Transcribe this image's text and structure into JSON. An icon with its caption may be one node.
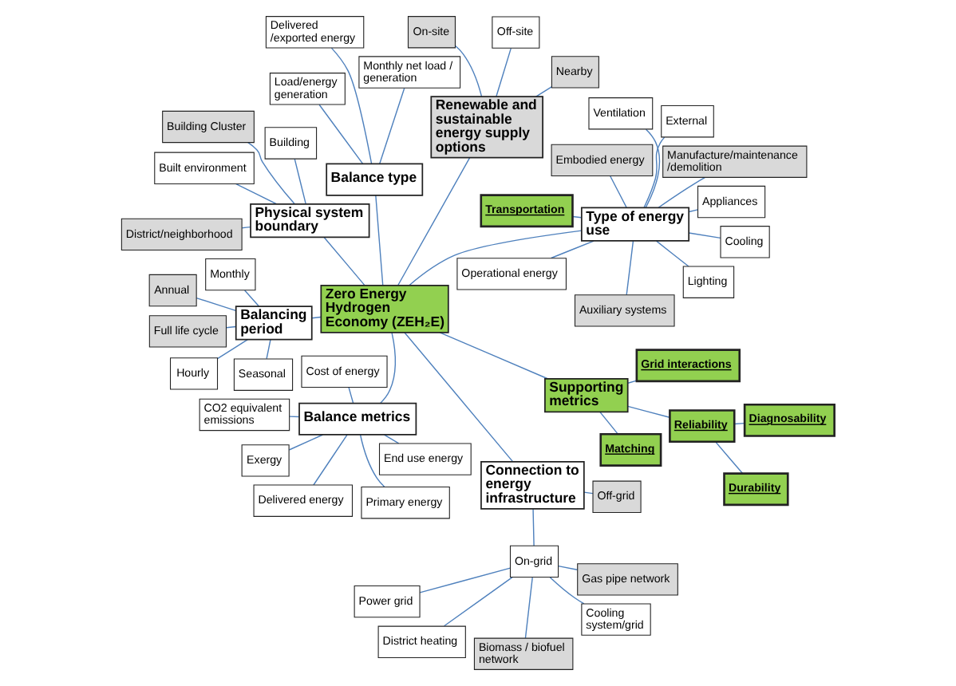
{
  "diagram": {
    "nodes": [
      {
        "text": [
          "Balance type"
        ]
      },
      {
        "text": [
          "Load/energy generation"
        ]
      },
      {
        "text": [
          "Delivered /exported energy"
        ]
      },
      {
        "text": [
          "Monthly net load / generation"
        ]
      },
      {
        "text": [
          "Physical system boundary"
        ]
      },
      {
        "text": [
          "Building"
        ]
      },
      {
        "text": [
          "Building Cluster"
        ]
      },
      {
        "text": [
          "District/neighborhood"
        ]
      },
      {
        "text": [
          "Built environment"
        ]
      },
      {
        "text": [
          "Balancing period"
        ]
      },
      {
        "text": [
          "Annual"
        ]
      },
      {
        "text": [
          "Monthly"
        ]
      },
      {
        "text": [
          "Full life cycle"
        ]
      },
      {
        "text": [
          "Hourly"
        ]
      },
      {
        "text": [
          "Seasonal"
        ]
      },
      {
        "text": [
          "Renewable and sustainable energy supply options"
        ]
      },
      {
        "text": [
          "On-site"
        ]
      },
      {
        "text": [
          "Nearby"
        ]
      },
      {
        "text": [
          "Off-site"
        ]
      },
      {
        "text": [
          "Zero Energy Hydrogen Economy (ZEH₂E)"
        ]
      },
      {
        "text": [
          "Connection to energy infrastructure"
        ]
      },
      {
        "text": [
          "Off-grid"
        ]
      },
      {
        "text": [
          "Biomass / biofuel network"
        ]
      },
      {
        "text": [
          "On-grid"
        ]
      },
      {
        "text": [
          "Cooling system/grid"
        ]
      },
      {
        "text": [
          "Power grid"
        ]
      },
      {
        "text": [
          "District heating"
        ]
      },
      {
        "text": [
          "Gas pipe network"
        ]
      },
      {
        "text": [
          "Type of energy use"
        ]
      },
      {
        "text": [
          "Transportation"
        ]
      },
      {
        "text": [
          "Cooling"
        ]
      },
      {
        "text": [
          "Operational energy"
        ]
      },
      {
        "text": [
          "Ventilation"
        ]
      },
      {
        "text": [
          "Manufacture/maintenance /demolition"
        ]
      },
      {
        "text": [
          "Auxiliary systems"
        ]
      },
      {
        "text": [
          "Embodied energy"
        ]
      },
      {
        "text": [
          "Appliances"
        ]
      },
      {
        "text": [
          "Lighting"
        ]
      },
      {
        "text": [
          "External"
        ]
      },
      {
        "text": [
          "Supporting metrics"
        ]
      },
      {
        "text": [
          "Matching"
        ]
      },
      {
        "text": [
          "Grid interactions"
        ]
      },
      {
        "text": [
          "Reliability"
        ]
      },
      {
        "text": [
          "Diagnosability"
        ]
      },
      {
        "text": [
          "Durability"
        ]
      },
      {
        "text": [
          "Balance metrics"
        ]
      },
      {
        "text": [
          "Exergy"
        ]
      },
      {
        "text": [
          "CO2 equivalent emissions"
        ]
      },
      {
        "text": [
          "Primary energy"
        ]
      },
      {
        "text": [
          "Delivered energy"
        ]
      },
      {
        "text": [
          "Cost of energy"
        ]
      },
      {
        "text": [
          "End use energy"
        ]
      }
    ],
    "edges": [
      {
        "from": 19,
        "to": 0,
        "arrow": "none"
      },
      {
        "from": 0,
        "to": 1,
        "arrow": "none"
      },
      {
        "from": 0,
        "to": 2,
        "arrow": "none"
      },
      {
        "from": 0,
        "to": 3,
        "arrow": "none"
      },
      {
        "from": 19,
        "to": 4,
        "arrow": "none"
      },
      {
        "from": 4,
        "to": 5,
        "arrow": "none"
      },
      {
        "from": 4,
        "to": 6,
        "arrow": "none"
      },
      {
        "from": 4,
        "to": 7,
        "arrow": "none"
      },
      {
        "from": 4,
        "to": 8,
        "arrow": "none"
      },
      {
        "from": 19,
        "to": 9,
        "arrow": "none"
      },
      {
        "from": 9,
        "to": 10,
        "arrow": "none"
      },
      {
        "from": 9,
        "to": 11,
        "arrow": "none"
      },
      {
        "from": 9,
        "to": 12,
        "arrow": "none"
      },
      {
        "from": 9,
        "to": 13,
        "arrow": "none"
      },
      {
        "from": 9,
        "to": 14,
        "arrow": "none"
      },
      {
        "from": 19,
        "to": 15,
        "arrow": "none"
      },
      {
        "from": 15,
        "to": 16,
        "arrow": "none"
      },
      {
        "from": 15,
        "to": 17,
        "arrow": "none"
      },
      {
        "from": 15,
        "to": 18,
        "arrow": "none"
      },
      {
        "from": 19,
        "to": 20,
        "arrow": "none"
      },
      {
        "from": 20,
        "to": 21,
        "arrow": "none"
      },
      {
        "from": 20,
        "to": 23,
        "arrow": "none"
      },
      {
        "from": 23,
        "to": 22,
        "arrow": "none"
      },
      {
        "from": 23,
        "to": 24,
        "arrow": "none"
      },
      {
        "from": 23,
        "to": 25,
        "arrow": "none"
      },
      {
        "from": 23,
        "to": 26,
        "arrow": "none"
      },
      {
        "from": 23,
        "to": 27,
        "arrow": "none"
      },
      {
        "from": 19,
        "to": 28,
        "arrow": "none"
      },
      {
        "from": 28,
        "to": 29,
        "arrow": "none"
      },
      {
        "from": 28,
        "to": 30,
        "arrow": "none"
      },
      {
        "from": 28,
        "to": 31,
        "arrow": "none"
      },
      {
        "from": 28,
        "to": 32,
        "arrow": "none"
      },
      {
        "from": 28,
        "to": 33,
        "arrow": "none"
      },
      {
        "from": 28,
        "to": 34,
        "arrow": "none"
      },
      {
        "from": 28,
        "to": 35,
        "arrow": "none"
      },
      {
        "from": 28,
        "to": 36,
        "arrow": "none"
      },
      {
        "from": 28,
        "to": 37,
        "arrow": "none"
      },
      {
        "from": 28,
        "to": 38,
        "arrow": "none"
      },
      {
        "from": 19,
        "to": 39,
        "arrow": "none"
      },
      {
        "from": 39,
        "to": 40,
        "arrow": "none"
      },
      {
        "from": 39,
        "to": 41,
        "arrow": "none"
      },
      {
        "from": 39,
        "to": 42,
        "arrow": "none"
      },
      {
        "from": 42,
        "to": 43,
        "arrow": "none"
      },
      {
        "from": 42,
        "to": 44,
        "arrow": "none"
      },
      {
        "from": 19,
        "to": 45,
        "arrow": "none"
      },
      {
        "from": 45,
        "to": 46,
        "arrow": "none"
      },
      {
        "from": 45,
        "to": 47,
        "arrow": "none"
      },
      {
        "from": 45,
        "to": 48,
        "arrow": "none"
      },
      {
        "from": 45,
        "to": 49,
        "arrow": "none"
      },
      {
        "from": 45,
        "to": 50,
        "arrow": "none"
      },
      {
        "from": 45,
        "to": 51,
        "arrow": "none"
      }
    ]
  }
}
